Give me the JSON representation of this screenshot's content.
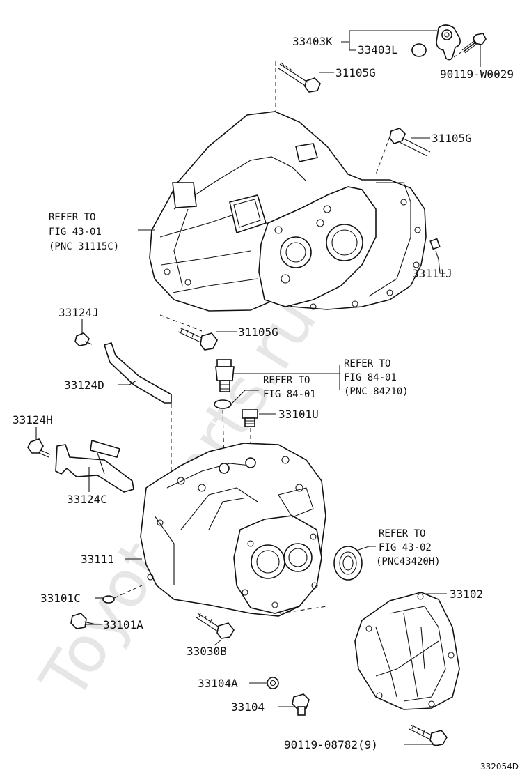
{
  "watermark": "ToyotaParts.ru",
  "footer_code": "332054D",
  "labels": {
    "p33403K": "33403K",
    "p33403L": "33403L",
    "p90119W0029": "90119-W0029",
    "p31105G_a": "31105G",
    "p31105G_b": "31105G",
    "p31105G_c": "31105G",
    "p33111J": "33111J",
    "p33124J": "33124J",
    "p33124D": "33124D",
    "p33124H": "33124H",
    "p33124C": "33124C",
    "p33101U": "33101U",
    "p33111": "33111",
    "p33101C": "33101C",
    "p33101A": "33101A",
    "p33030B": "33030B",
    "p33104A": "33104A",
    "p33104": "33104",
    "p33102": "33102",
    "p9011908782": "90119-08782(9)"
  },
  "refs": {
    "ref43_01": [
      "REFER TO",
      "FIG 43-01",
      "(PNC 31115C)"
    ],
    "ref84_01_a": [
      "REFER TO",
      "FIG 84-01",
      "(PNC 84210)"
    ],
    "ref84_01_b": [
      "REFER TO",
      "FIG 84-01"
    ],
    "ref43_02": [
      "REFER TO",
      "FIG 43-02",
      "(PNC43420H)"
    ]
  }
}
